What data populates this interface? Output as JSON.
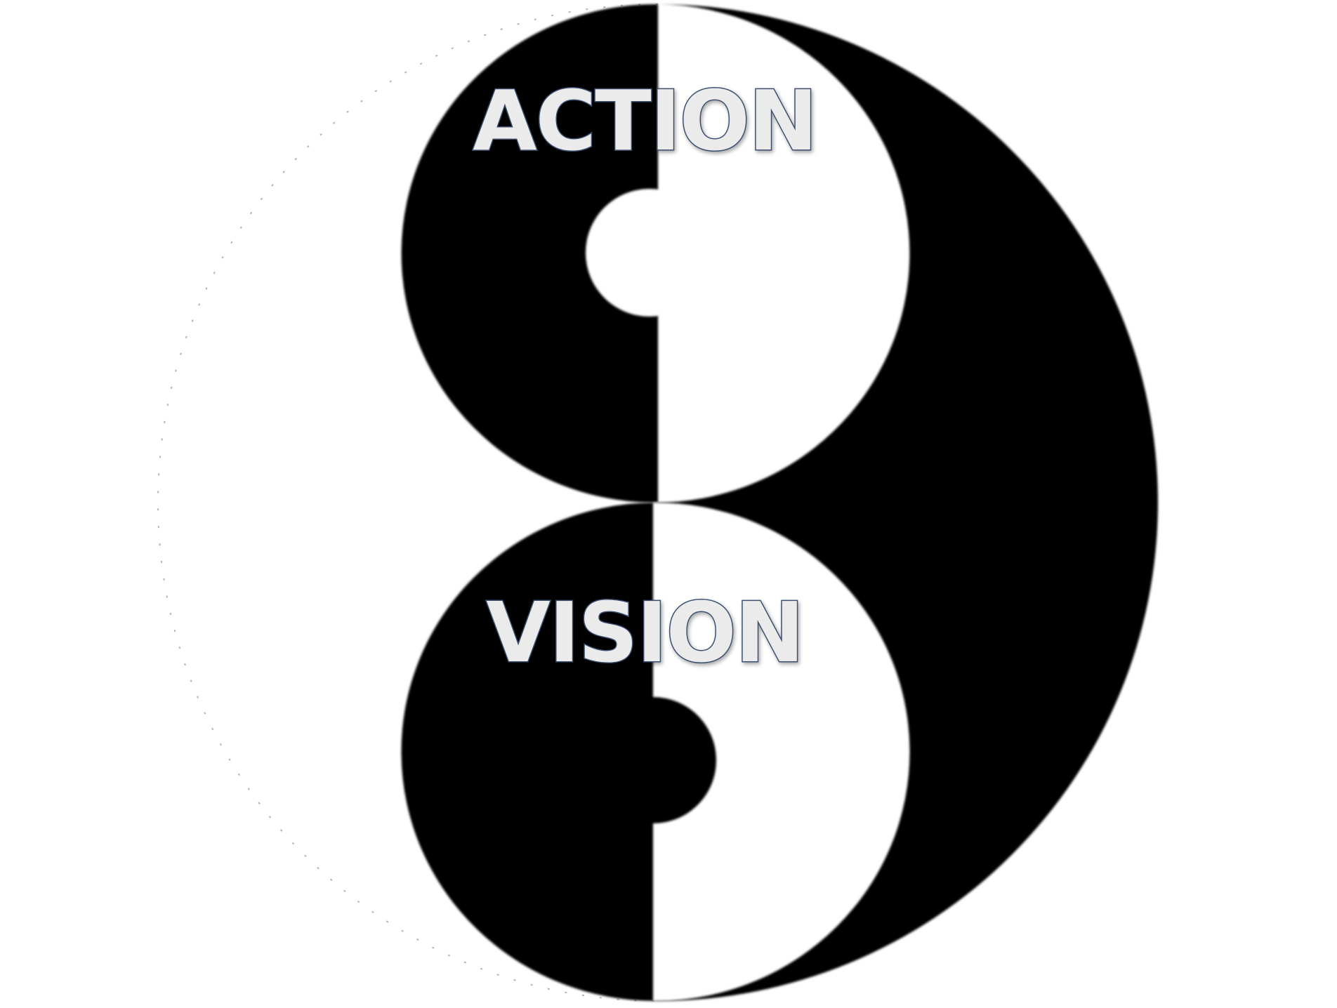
{
  "figure": {
    "type": "yin-yang symbol",
    "labels": {
      "top": "ACTION",
      "bottom": "VISION"
    },
    "colors": {
      "yin": "#000000",
      "yang": "#ffffff",
      "text_fill": "#ebebeb",
      "text_outline": "#3b5070"
    }
  }
}
